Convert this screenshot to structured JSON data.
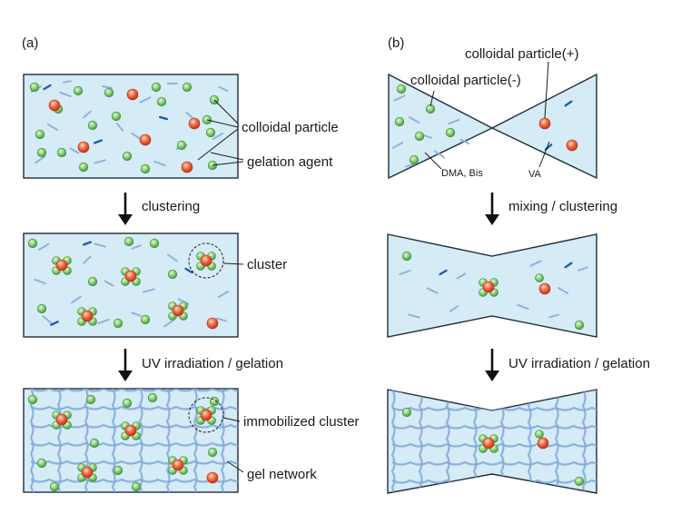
{
  "panel_a": {
    "label": "(a)",
    "annotations": {
      "colloidal_particle": "colloidal particle",
      "gelation_agent": "gelation agent",
      "cluster": "cluster",
      "immobilized_cluster": "immobilized cluster",
      "gel_network": "gel network"
    },
    "steps": {
      "clustering": "clustering",
      "uv": "UV irradiation / gelation"
    }
  },
  "panel_b": {
    "label": "(b)",
    "annotations": {
      "particle_plus": "colloidal particle(+)",
      "particle_minus": "colloidal particle(-)",
      "dma_bis": "DMA, Bis",
      "va": "VA"
    },
    "steps": {
      "mixing": "mixing / clustering",
      "uv": "UV irradiation / gelation"
    }
  },
  "colors": {
    "panel_fill": "#d5ebf6",
    "panel_stroke": "#1f2d3a",
    "particle_minus": "#7dc86a",
    "particle_plus": "#e8553a",
    "agent_light": "#8fb3d9",
    "agent_dark": "#1f5ea8",
    "gel_network": "#7fa8d8"
  }
}
